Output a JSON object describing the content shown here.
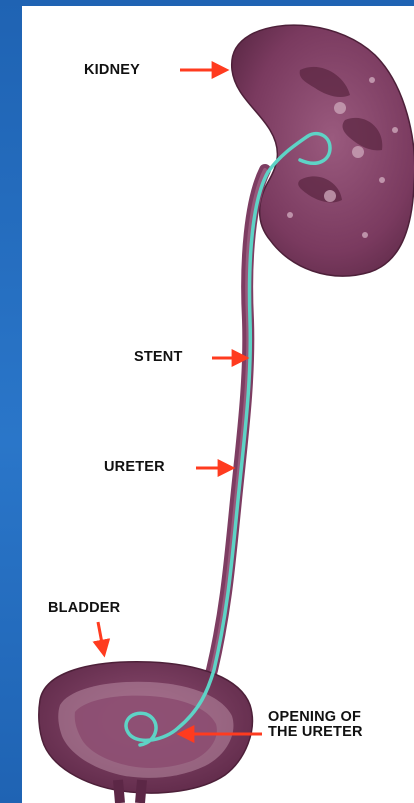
{
  "labels": {
    "kidney": "KIDNEY",
    "stent": "STENT",
    "ureter": "URETER",
    "bladder": "BLADDER",
    "opening_line1": "OPENING OF",
    "opening_line2": "THE URETER"
  },
  "colors": {
    "background_blue": "#2469b8",
    "panel": "#ffffff",
    "tissue": "#7d3d62",
    "tissue_light": "#a86d8e",
    "stent": "#5ed3c6",
    "arrow": "#ff3b1f"
  }
}
